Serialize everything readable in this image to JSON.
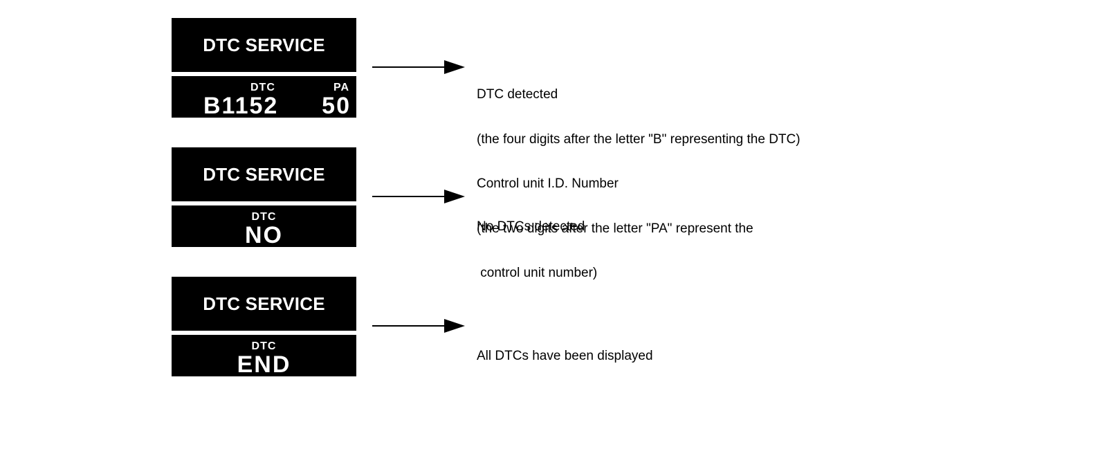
{
  "rows": [
    {
      "title": "DTC SERVICE",
      "dtc_label": "DTC",
      "code": "B1152",
      "pa_label": "PA",
      "pa_value": "50",
      "description": [
        "DTC detected",
        "(the four digits after the letter \"B\" representing the DTC)",
        "Control unit I.D. Number",
        "(the two digits after the letter \"PA\" represent the",
        " control unit number)"
      ]
    },
    {
      "title": "DTC SERVICE",
      "dtc_label": "DTC",
      "value": "NO",
      "description": [
        "No DTCs detected"
      ]
    },
    {
      "title": "DTC SERVICE",
      "dtc_label": "DTC",
      "value": "END",
      "description": [
        "All DTCs have been displayed"
      ]
    }
  ]
}
